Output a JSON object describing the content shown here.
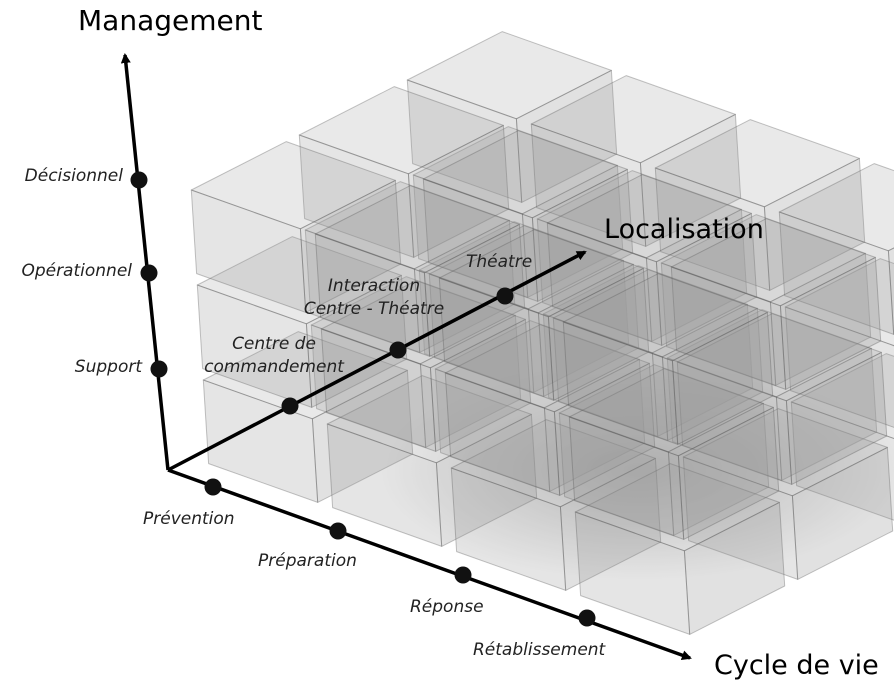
{
  "axes": {
    "management": {
      "title": "Management",
      "ticks": [
        "Décisionnel",
        "Opérationnel",
        "Support"
      ]
    },
    "localisation": {
      "title": "Localisation",
      "ticks": [
        "Centre de commandement",
        "Interaction Centre - Théatre",
        "Théatre"
      ],
      "tick_lines": [
        [
          "Centre de",
          "commandement"
        ],
        [
          "Interaction",
          "Centre - Théatre"
        ],
        [
          "Théatre"
        ]
      ]
    },
    "cycle": {
      "title": "Cycle de vie",
      "ticks": [
        "Prévention",
        "Préparation",
        "Réponse",
        "Rétablissement"
      ]
    }
  },
  "grid": {
    "levels": 3,
    "depths": 3,
    "phases": 4
  },
  "colors": {
    "axis": "#000000",
    "marker": "#111111",
    "block_fill": "#9a9a9a",
    "block_stroke": "#555555",
    "background": "#ffffff"
  }
}
